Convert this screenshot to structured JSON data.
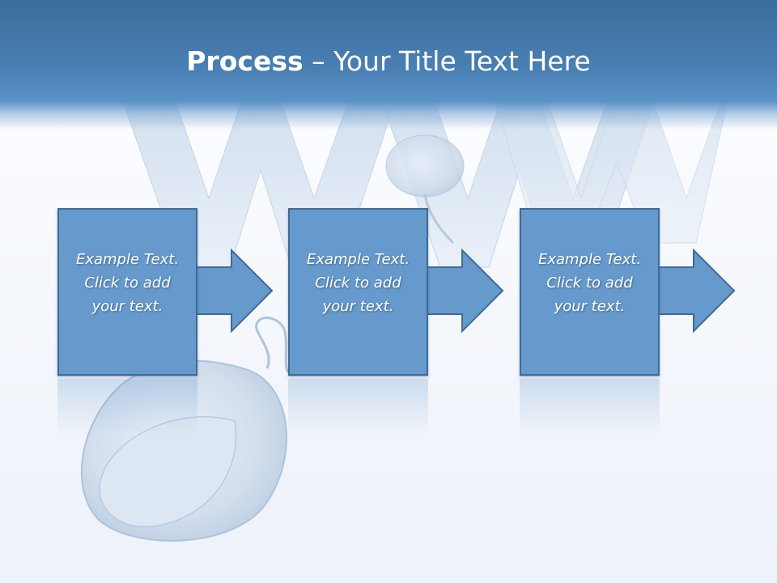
{
  "title": {
    "bold_part": "Process",
    "rest": " – Your Title Text Here"
  },
  "steps": [
    {
      "line1": "Example Text.",
      "line2": "Click  to add",
      "line3": "your text."
    },
    {
      "line1": "Example Text.",
      "line2": "Click  to add",
      "line3": "your text."
    },
    {
      "line1": "Example Text.",
      "line2": "Click  to add",
      "line3": "your text."
    }
  ],
  "colors": {
    "header": "#4a80b4",
    "box_fill": "#6699cc",
    "box_border": "#3f6b96",
    "title_text": "#ffffff"
  },
  "background_art": [
    "www-letters-graphic",
    "computer-mouse-graphic"
  ]
}
